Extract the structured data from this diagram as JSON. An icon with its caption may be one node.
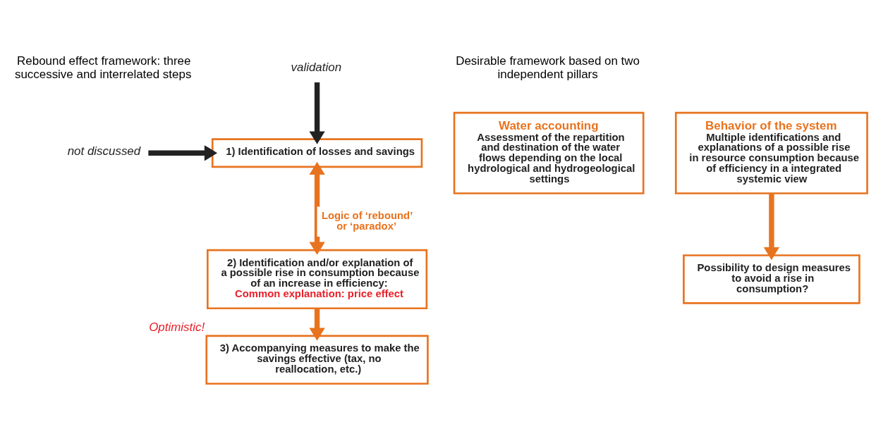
{
  "diagram": {
    "nodes": [
      {
        "text": [
          "not discussed"
        ]
      },
      {
        "text": [
          "1) Identification of losses and savings"
        ]
      },
      {
        "text": [
          "validation"
        ]
      },
      {
        "text": [
          "2) Identification and/or explanation of a possible rise in consumption because of an increase in efficiency:",
          "Common explanation: price effect"
        ]
      },
      {
        "text": [
          "3) Accompanying measures to make the savings effective (tax, no reallocation, etc.)"
        ],
        "beside": [
          "Optimistic!"
        ]
      },
      {
        "text": [
          "Water accounting",
          "Assessment of the repartition and destination of the water flows depending on the local hydrological and hydrogeological settings"
        ]
      },
      {
        "text": [
          "Behavior of the system",
          "Multiple identifications and explanations of a possible rise in resource consumption because of efficiency in a integrated systemic view"
        ]
      },
      {
        "text": [
          "Possibility to design measures to avoid a rise in consumption?"
        ]
      }
    ],
    "edges": [
      {
        "from": 0,
        "to": 1,
        "arrow": "to",
        "color": "#222222"
      },
      {
        "from": 2,
        "to": 1,
        "arrow": "to",
        "color": "#222222"
      },
      {
        "from": 1,
        "to": 3,
        "arrow": "both",
        "label": "Logic of ‘rebound’ or ‘paradox’"
      },
      {
        "from": 3,
        "to": 4,
        "arrow": "to"
      },
      {
        "from": 6,
        "to": 7,
        "arrow": "to"
      }
    ],
    "labels": [
      "Rebound effect framework: three successive and interrelated steps",
      "Desirable framework based on two independent pillars"
    ]
  }
}
